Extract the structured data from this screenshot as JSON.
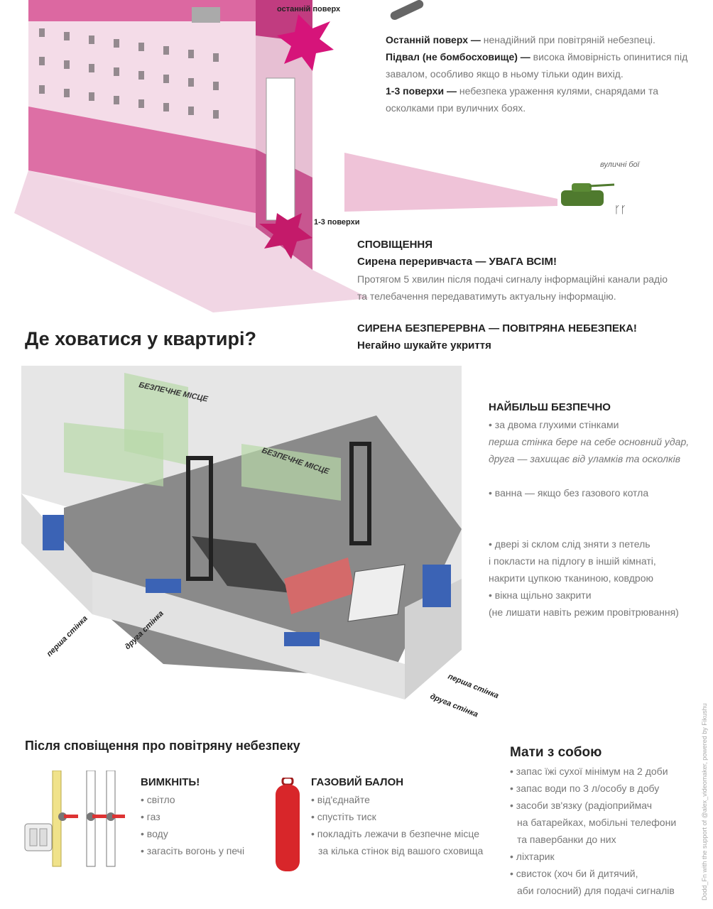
{
  "building": {
    "label_top": "останній поверх",
    "label_low": "1-3 поверхи",
    "street_fight_label": "вуличні бої",
    "colors": {
      "pink": "#d64b8f",
      "light_pink": "#efb8d2",
      "danger": "#c41a6a"
    }
  },
  "floors_info": [
    {
      "title": "Останній поверх —",
      "text": "ненадійний при повітряній небезпеці."
    },
    {
      "title": "Підвал (не бомбосховище) —",
      "text": "висока ймовірність опинитися під завалом, особливо якщо в ньому тільки один вихід."
    },
    {
      "title": "1-3 поверхи —",
      "text": "небезпека ураження кулями, снарядами та осколками при вуличних боях."
    }
  ],
  "alert": {
    "heading": "СПОВІЩЕННЯ",
    "intermittent_title": "Сирена переривчаста — УВАГА ВСІМ!",
    "intermittent_text": "Протягом 5 хвилин після подачі сигналу інформаційні канали радіо та телебачення передаватимуть актуальну інформацію.",
    "continuous_title": "СИРЕНА БЕЗПЕРЕРВНА — ПОВІТРЯНА НЕБЕЗПЕКА!",
    "continuous_text": "Негайно шукайте укриття"
  },
  "apartment": {
    "title": "Де ховатися у квартирі?",
    "safe_place_1": "БЕЗПЕЧНЕ МІСЦЕ",
    "safe_place_2": "БЕЗПЕЧНЕ МІСЦЕ",
    "first_wall_left": "перша стінка",
    "second_wall_left": "друга стінка",
    "first_wall_right": "перша стінка",
    "second_wall_right": "друга стінка"
  },
  "safest": {
    "heading": "НАЙБІЛЬШ БЕЗПЕЧНО",
    "item1": "• за двома глухими стінками",
    "item1_note1": "перша стінка бере на себе основний удар,",
    "item1_note2": "друга — захищає від уламків та осколків",
    "item2": "• ванна — якщо без газового котла",
    "item3_l1": "• двері зі склом слід зняти з петель",
    "item3_l2": "і покласти на підлогу в іншій кімнаті,",
    "item3_l3": "накрити цупкою тканиною, ковдрою",
    "item4_l1": "• вікна щільно закрити",
    "item4_l2": "(не лишати навіть режим провітрювання)"
  },
  "after_alert": {
    "title": "Після сповіщення про повітряну небезпеку",
    "turn_off_heading": "ВИМКНІТЬ!",
    "turn_off_items": [
      "• світло",
      "• газ",
      "• воду",
      "• загасіть вогонь у печі"
    ],
    "gas_heading": "ГАЗОВИЙ БАЛОН",
    "gas_items": [
      "• від'єднайте",
      "• спустіть тиск",
      "• покладіть лежачи в безпечне місце",
      "за кілька стінок від вашого сховища"
    ]
  },
  "take_with": {
    "heading": "Мати з собою",
    "items": [
      "• запас їжі сухої мінімум на 2 доби",
      "• запас води по 3 л/особу в добу",
      "• засоби зв'язку (радіоприймач",
      "на батарейках, мобільні телефони",
      "та павербанки до них",
      "• ліхтарик",
      "• свисток (хоч би й дитячий,",
      "аби голосний) для подачі сигналів"
    ]
  },
  "credit": "Dodd_Fn with the support of @alex_videomaker, powered by Fikushu"
}
